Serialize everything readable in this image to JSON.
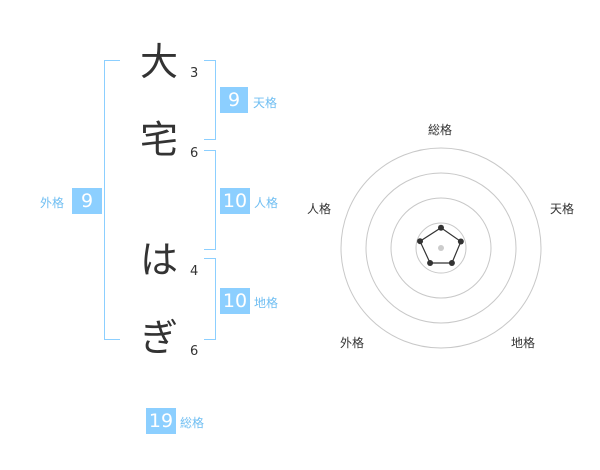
{
  "name": {
    "chars": [
      {
        "char": "大",
        "strokes": "3"
      },
      {
        "char": "宅",
        "strokes": "6"
      },
      {
        "char": "は",
        "strokes": "4"
      },
      {
        "char": "ぎ",
        "strokes": "6"
      }
    ]
  },
  "fortune": {
    "tenkaku": {
      "value": "9",
      "label": "天格"
    },
    "jinkaku": {
      "value": "10",
      "label": "人格"
    },
    "chikaku": {
      "value": "10",
      "label": "地格"
    },
    "gaikaku": {
      "value": "9",
      "label": "外格"
    },
    "soukaku": {
      "value": "19",
      "label": "総格"
    }
  },
  "radar": {
    "axes": [
      "総格",
      "天格",
      "地格",
      "外格",
      "人格"
    ],
    "rings": 4,
    "values": [
      0.35,
      0.36,
      0.32,
      0.32,
      0.38
    ],
    "colors": {
      "ring": "#c8c8c8",
      "line": "#333333",
      "point": "#333333",
      "center": "#cccccc"
    }
  }
}
